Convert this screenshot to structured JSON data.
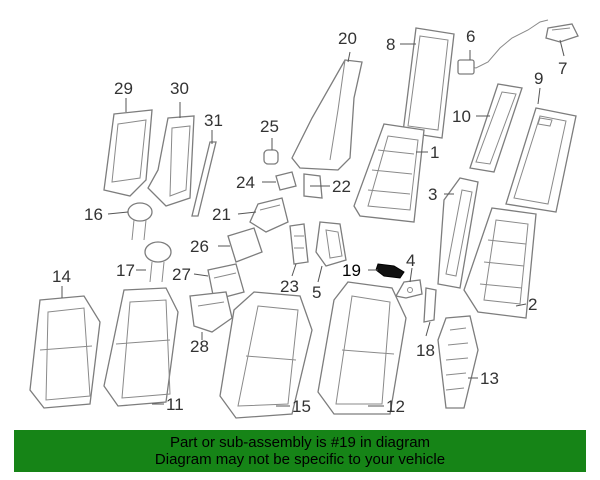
{
  "callouts": {
    "c1": "1",
    "c2": "2",
    "c3": "3",
    "c4": "4",
    "c5": "5",
    "c6": "6",
    "c7": "7",
    "c8": "8",
    "c9": "9",
    "c10": "10",
    "c11": "11",
    "c12": "12",
    "c13": "13",
    "c14": "14",
    "c15": "15",
    "c16": "16",
    "c17": "17",
    "c18": "18",
    "c19": "19",
    "c20": "20",
    "c21": "21",
    "c22": "22",
    "c23": "23",
    "c24": "24",
    "c25": "25",
    "c26": "26",
    "c27": "27",
    "c28": "28",
    "c29": "29",
    "c30": "30",
    "c31": "31"
  },
  "banner": {
    "line1": "Part or sub-assembly is #19 in diagram",
    "line2": "Diagram may not be specific to your vehicle",
    "background_color": "#168417"
  },
  "highlight_color": "#111111"
}
